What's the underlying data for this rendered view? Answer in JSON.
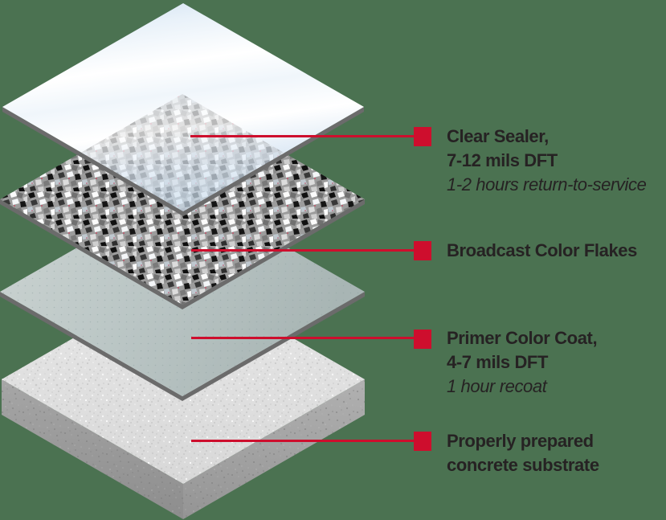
{
  "colors": {
    "background": "#4b7251",
    "accent_red": "#ce0e2d",
    "text": "#262223",
    "sealer_blue": "#d8e5f2",
    "primer_gray_green": "#b7c2c1",
    "concrete_light": "#e2e2e2",
    "concrete_side": "#9c9c9c",
    "layer_edge_gray": "#6b6b6b"
  },
  "labels": [
    {
      "id": "clear-sealer",
      "lines": [
        "Clear Sealer,",
        "7-12 mils DFT"
      ],
      "note": "1-2 hours return-to-service"
    },
    {
      "id": "broadcast-color-flakes",
      "lines": [
        "Broadcast Color Flakes"
      ],
      "note": ""
    },
    {
      "id": "primer-color-coat",
      "lines": [
        "Primer Color Coat,",
        "4-7 mils DFT"
      ],
      "note": "1 hour recoat"
    },
    {
      "id": "concrete-substrate",
      "lines": [
        "Properly prepared",
        "concrete substrate"
      ],
      "note": ""
    }
  ],
  "layers": [
    {
      "name": "clear-sealer-sheet",
      "appearance": "glossy translucent light-blue sheet"
    },
    {
      "name": "broadcast-color-flakes-sheet",
      "appearance": "black, white and gray vinyl flake broadcast"
    },
    {
      "name": "primer-color-coat-sheet",
      "appearance": "smooth gray-green coating sheet"
    },
    {
      "name": "concrete-substrate-slab",
      "appearance": "thick speckled gray concrete slab"
    }
  ]
}
